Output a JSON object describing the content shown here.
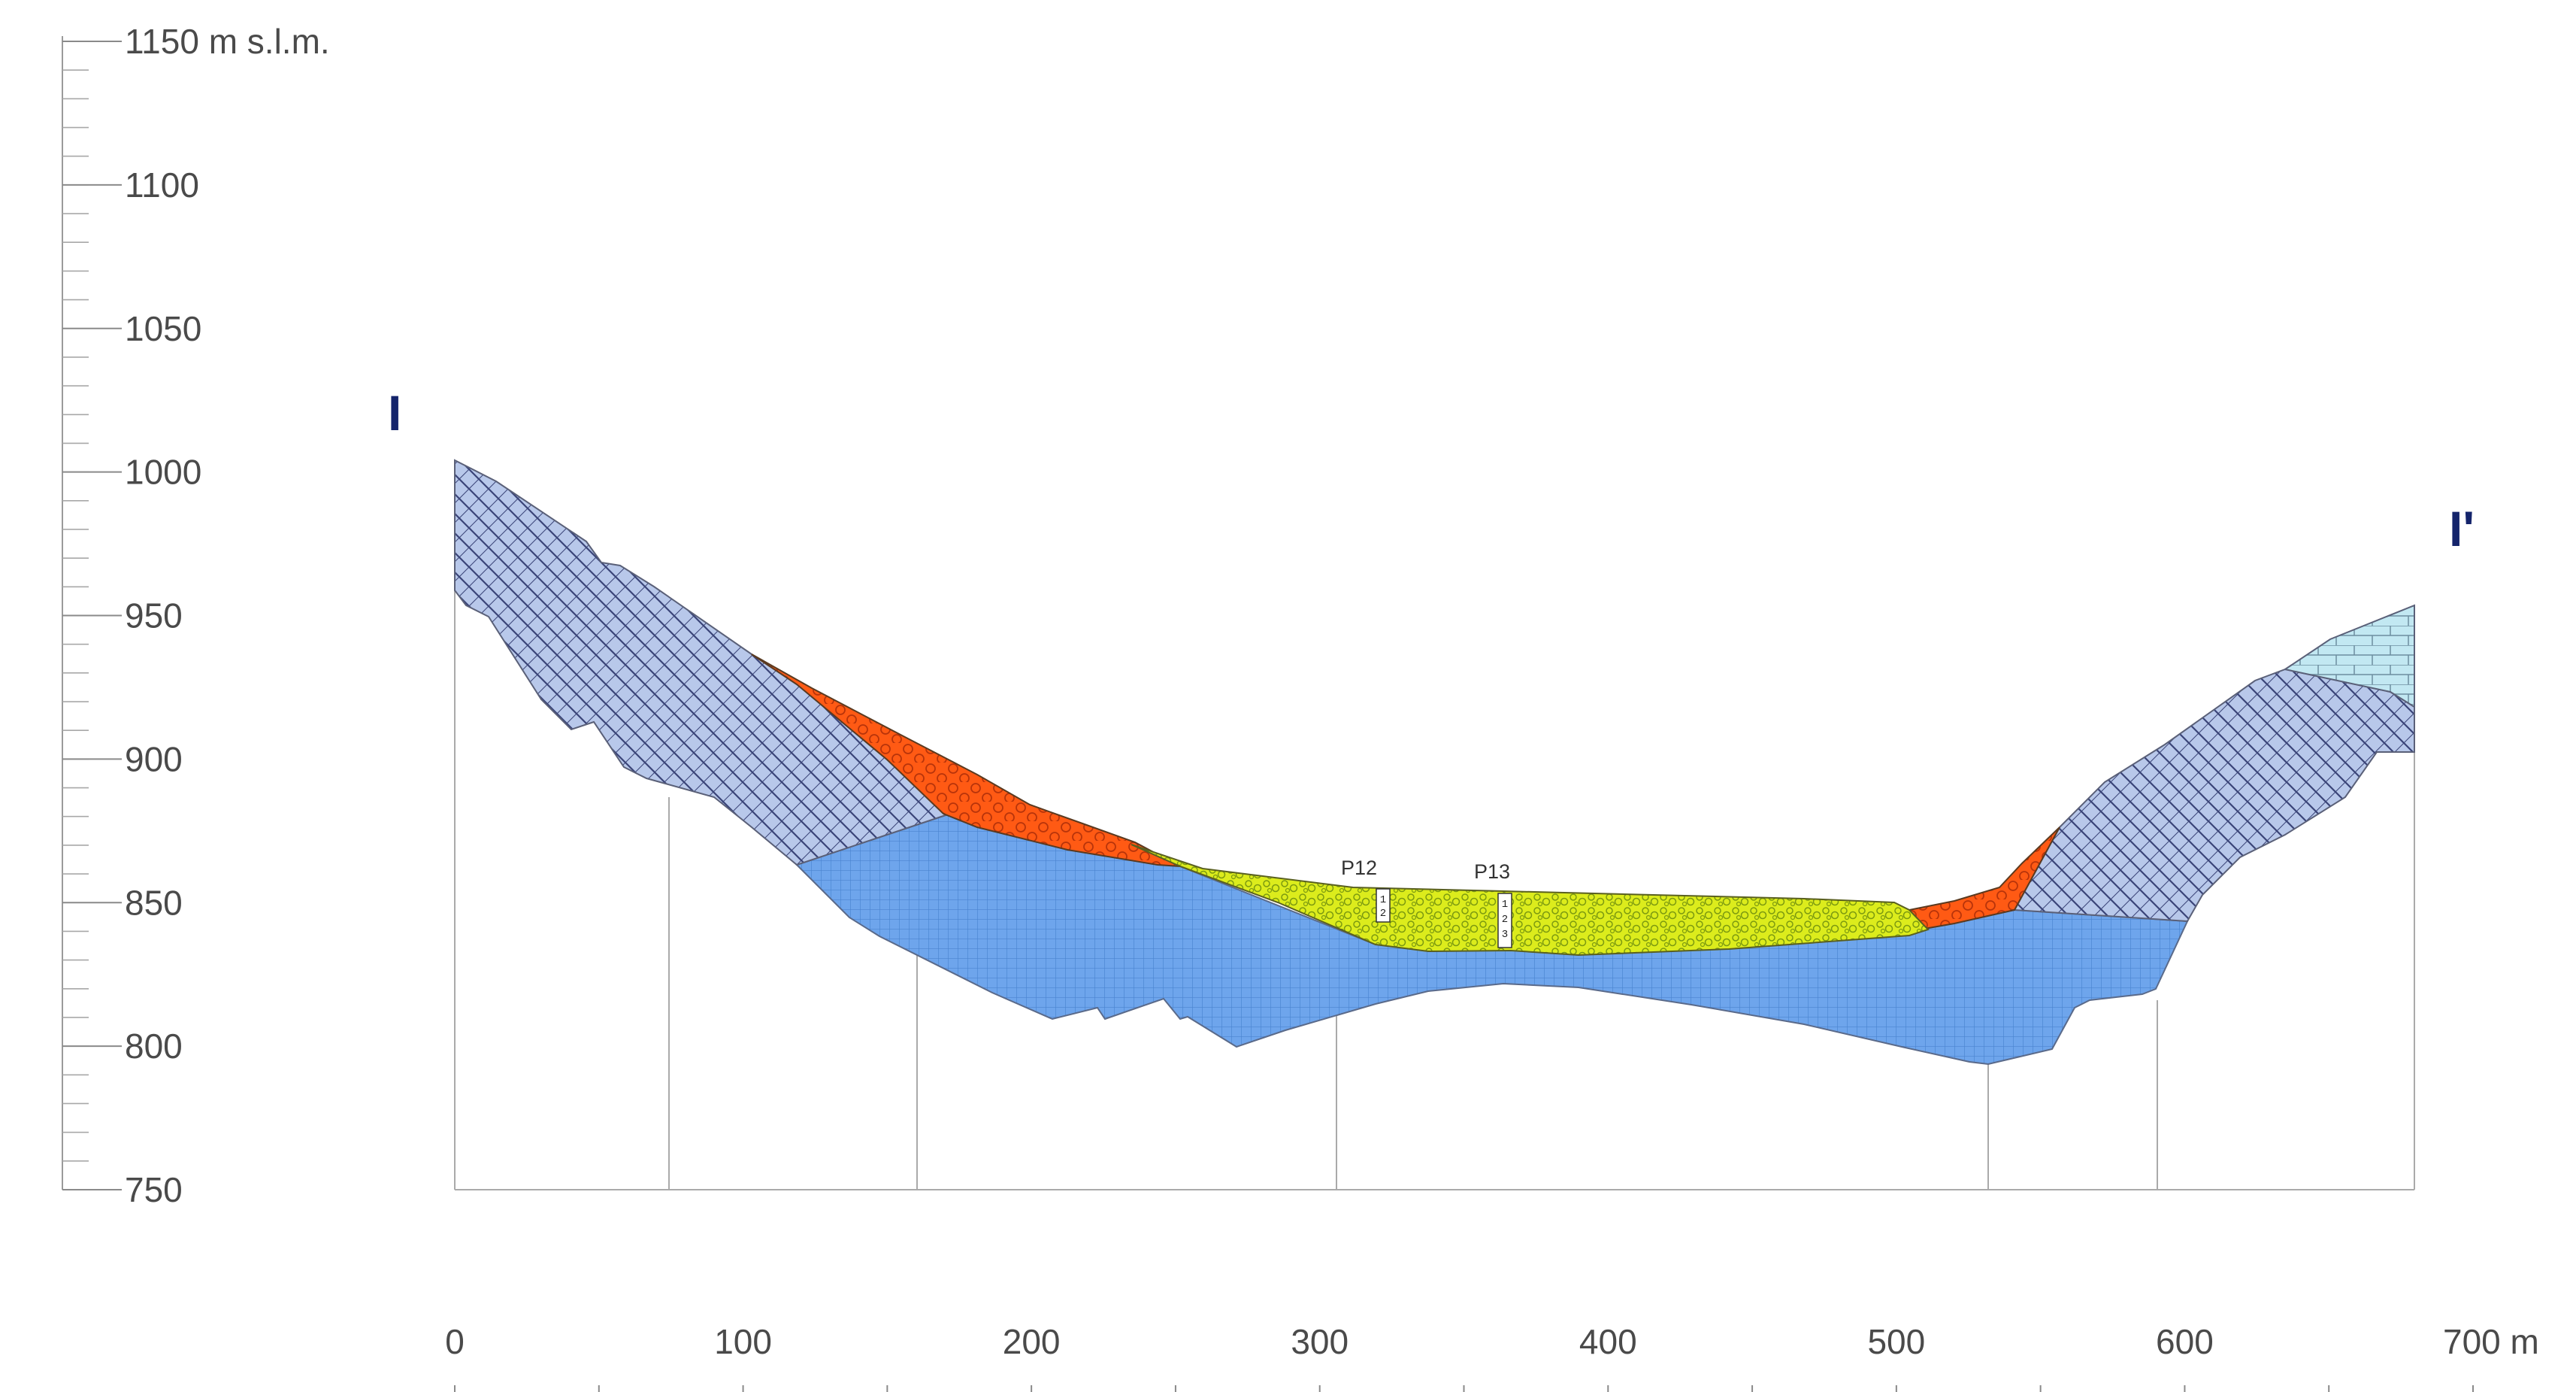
{
  "section_labels": {
    "start": "I",
    "end": "I'"
  },
  "y_axis": {
    "unit_label": "1150 m s.l.m.",
    "ticks": [
      {
        "value": 1150,
        "label": "1150 m s.l.m."
      },
      {
        "value": 1100,
        "label": "1100"
      },
      {
        "value": 1050,
        "label": "1050"
      },
      {
        "value": 1000,
        "label": "1000"
      },
      {
        "value": 950,
        "label": "950"
      },
      {
        "value": 900,
        "label": "900"
      },
      {
        "value": 850,
        "label": "850"
      },
      {
        "value": 800,
        "label": "800"
      },
      {
        "value": 750,
        "label": "750"
      }
    ],
    "range": [
      750,
      1150
    ],
    "minor_step": 10
  },
  "x_axis": {
    "ticks": [
      {
        "value": 0,
        "label": "0"
      },
      {
        "value": 100,
        "label": "100"
      },
      {
        "value": 200,
        "label": "200"
      },
      {
        "value": 300,
        "label": "300"
      },
      {
        "value": 400,
        "label": "400"
      },
      {
        "value": 500,
        "label": "500"
      },
      {
        "value": 600,
        "label": "600"
      },
      {
        "value": 700,
        "label": "700 m"
      }
    ],
    "range": [
      0,
      700
    ],
    "minor_step": 50
  },
  "boreholes": [
    {
      "id": "P12",
      "label": "P12",
      "codes": [
        "1",
        "2"
      ]
    },
    {
      "id": "P13",
      "label": "P13",
      "codes": [
        "1",
        "2",
        "3"
      ]
    }
  ],
  "colors": {
    "bedrock_schist": "#b8c8ea",
    "bedrock_schist_hatch": "#3a4478",
    "substrate_blue": "#6ea5ec",
    "substrate_grid": "#4a84d0",
    "landslide_orange": "#ff5a14",
    "alluvium_yellow": "#dcec1c",
    "limestone_cyan": "#c2e8f2",
    "section_letter": "#14246b"
  }
}
